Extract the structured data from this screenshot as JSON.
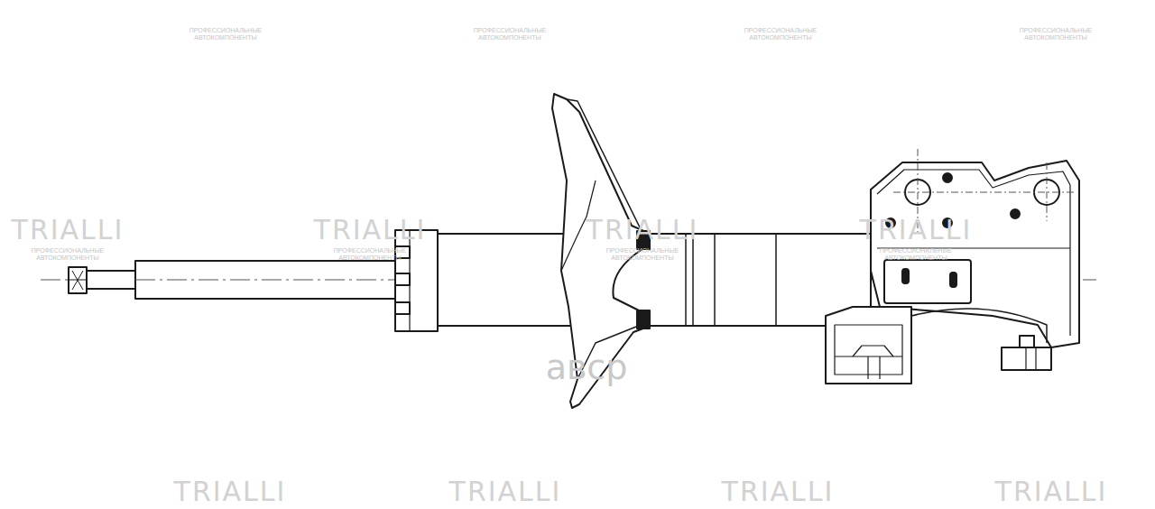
{
  "diagram": {
    "labels": [
      "ПРОФЕССИОНАЛЬНЫЕ АВТОКОМПОНЕНТЫ",
      "ПРОФЕССИОНАЛЬНЫЕ АВТОКОМПОНЕНТЫ",
      "ПРОФЕССИОНАЛЬНЫЕ АВТОКОМПОНЕНТЫ",
      "ПРОФЕССИОНАЛЬНЫЕ АВТОКОМПОНЕНТЫ",
      "TRIALLI",
      "TRIALLI",
      "TRIALLI",
      "TRIALLI",
      "ПРОФЕССИОНАЛЬНЫЕ АВТОКОМПОНЕНТЫ",
      "ПРОФЕССИОНАЛЬНЫЕ АВТОКОМПОНЕНТЫ",
      "ПРОФЕССИОНАЛЬНЫЕ АВТОКОМПОНЕНТЫ",
      "ПРОФЕССИОНАЛЬНЫЕ АВТОКОМПОНЕНТЫ",
      "TRIALLI",
      "TRIALLI",
      "TRIALLI",
      "TRIALLI",
      "авср"
    ]
  }
}
